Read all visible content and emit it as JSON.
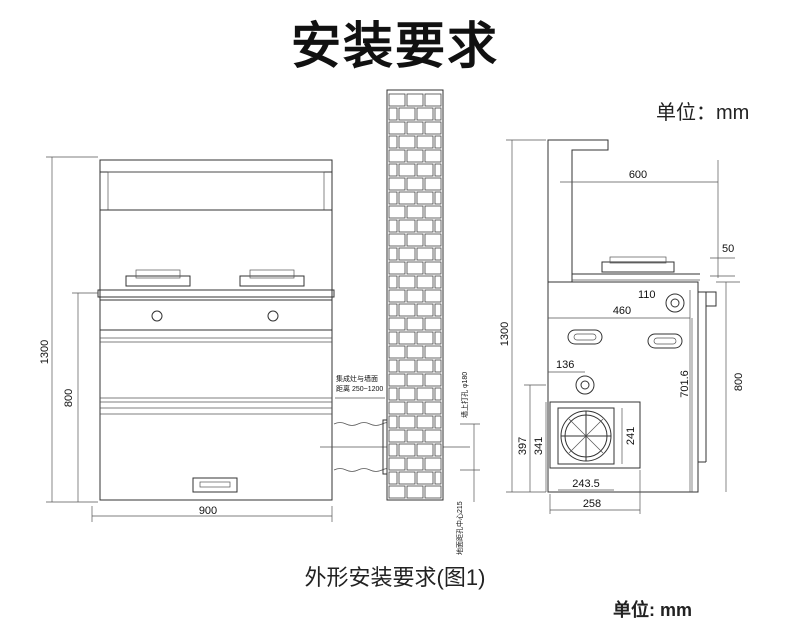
{
  "header": {
    "title": "安装要求"
  },
  "unit_label": "单位：mm",
  "caption": "外形安装要求(图1)",
  "footer": {
    "unit_label": "单位: mm"
  },
  "front_view": {
    "width": "900",
    "height": "1300",
    "body_height": "800",
    "wall_note_line1": "集成灶与墙面",
    "wall_note_line2": "距离 250~1200",
    "upper_hole_note": "墙上打孔 φ180",
    "ground_hole_note": "地面距孔中心215"
  },
  "side_view": {
    "depth": "600",
    "hood_gap": "50",
    "height": "1300",
    "pipe_diameter": "110",
    "depth_460": "460",
    "body_height": "800",
    "dim_701_6": "701.6",
    "offset_136": "136",
    "dim_397": "397",
    "dim_341": "341",
    "dim_241": "241",
    "dim_243_5": "243.5",
    "dim_258": "258"
  },
  "colors": {
    "line": "#333333",
    "fill_body": "#f4f4f4",
    "brick": "#ffffff"
  }
}
